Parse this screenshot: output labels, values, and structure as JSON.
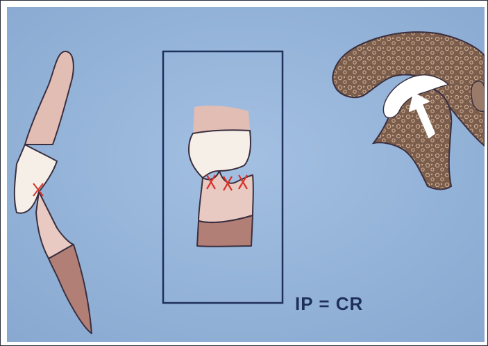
{
  "diagram": {
    "equation_label": "IP = CR",
    "colors": {
      "background": "#93b2d8",
      "outline": "#3a2f3f",
      "tooth_enamel": "#f6efe8",
      "tooth_crown": "#e1bdb4",
      "tooth_root": "#b27f76",
      "contact_mark": "#d7322b",
      "frame_line": "#1f2f5c",
      "condyle_bone": "#7a5e4e",
      "disc_arrow": "#ffffff"
    },
    "icons": [
      "occlusion-side-view",
      "tooth-contact-closeup",
      "tmj-condyle",
      "movement-arrow-icon"
    ]
  }
}
